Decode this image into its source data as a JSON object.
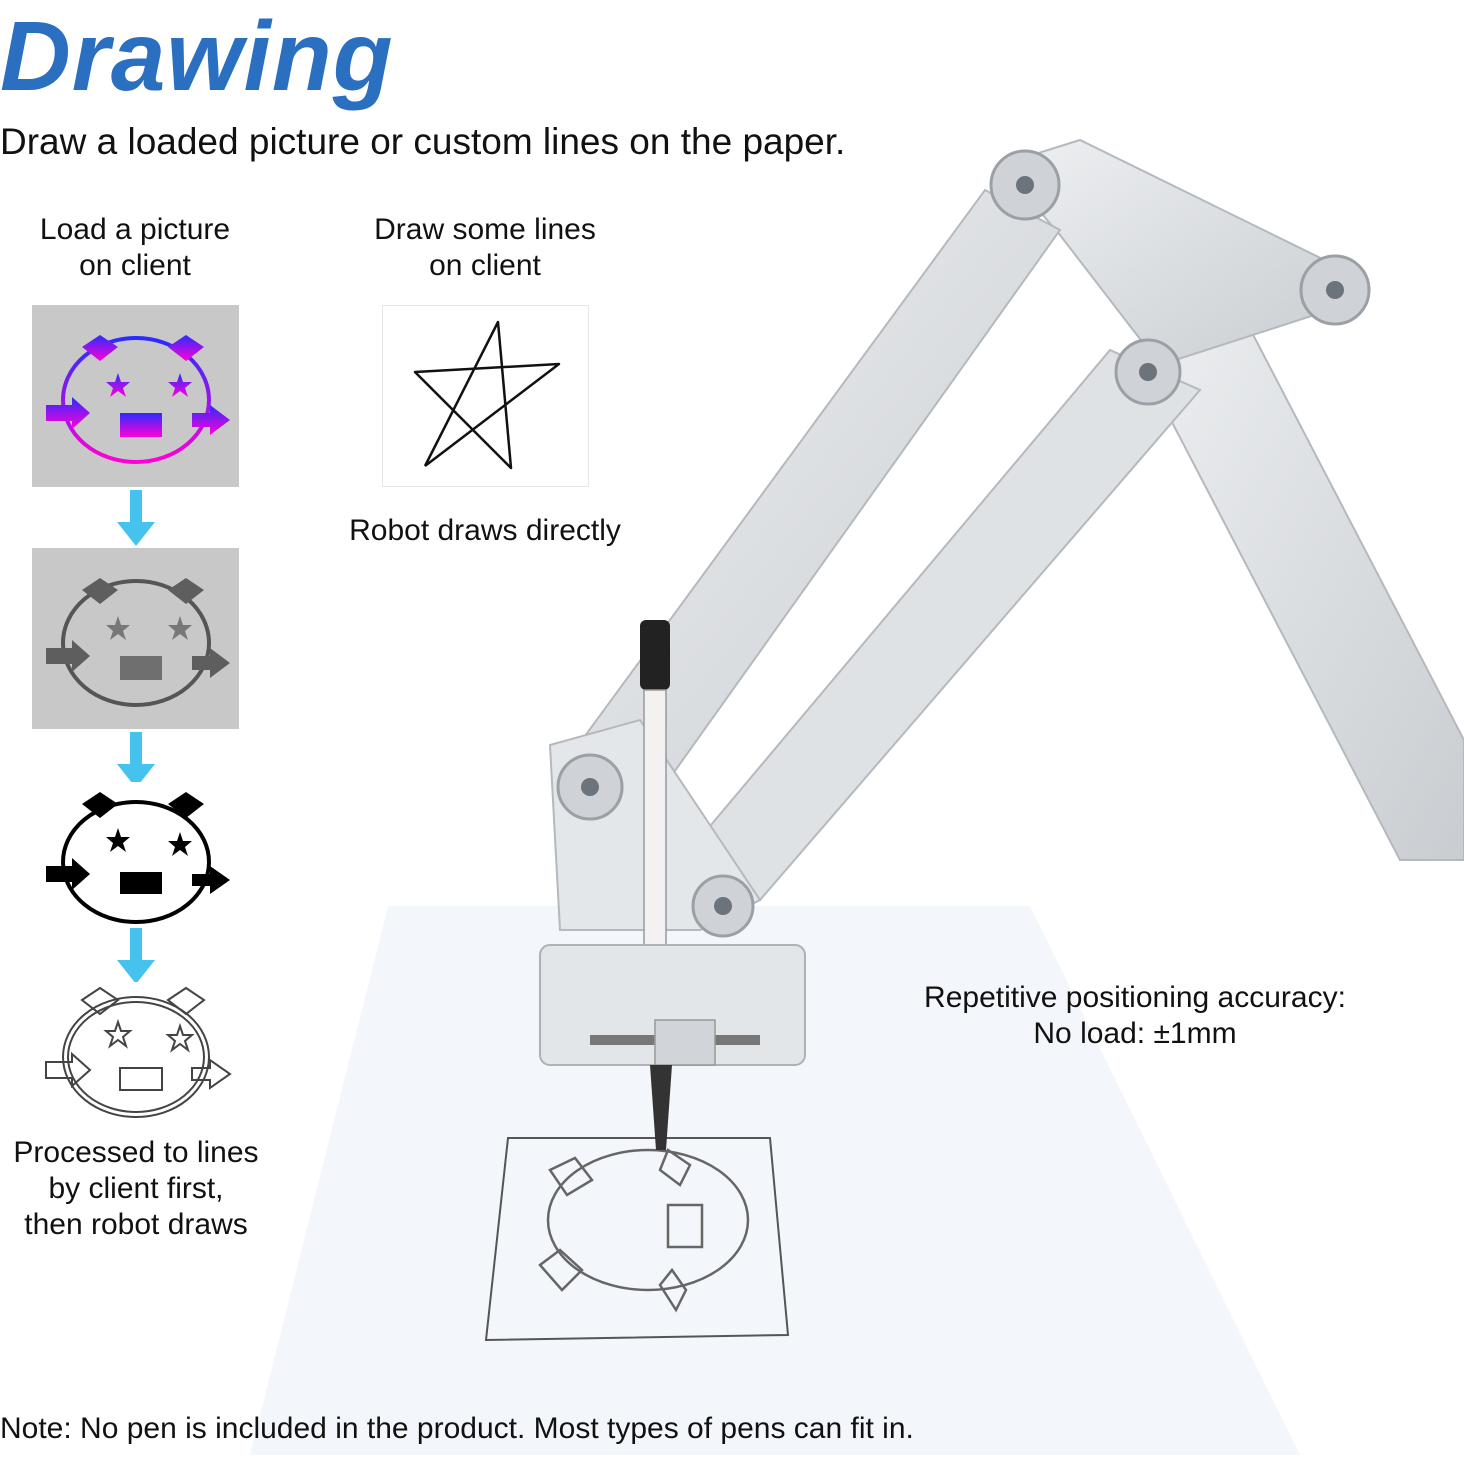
{
  "heading": {
    "title": "Drawing",
    "subtitle": "Draw a loaded picture or custom lines on the paper."
  },
  "left_flow": {
    "caption": "Load a picture\non client",
    "final_caption": "Processed to lines\nby client first,\nthen robot draws"
  },
  "middle_flow": {
    "caption": "Draw some lines\non client",
    "result_caption": "Robot draws directly"
  },
  "spec": {
    "line1": "Repetitive positioning accuracy:",
    "line2": "No load: ±1mm"
  },
  "note": "Note: No pen is included in the product. Most types of pens can fit in.",
  "colors": {
    "title_blue": "#2a6fc0",
    "arrow_cyan": "#45c3ee",
    "grad_top": "#2b2bff",
    "grad_bottom": "#ff00d8",
    "panel_grey": "#c8c8c8",
    "arm_silver": "#d9dcdf"
  },
  "icons": {
    "down_arrow": "down-arrow-icon",
    "face": "emoji-face-icon",
    "star": "star-icon"
  }
}
